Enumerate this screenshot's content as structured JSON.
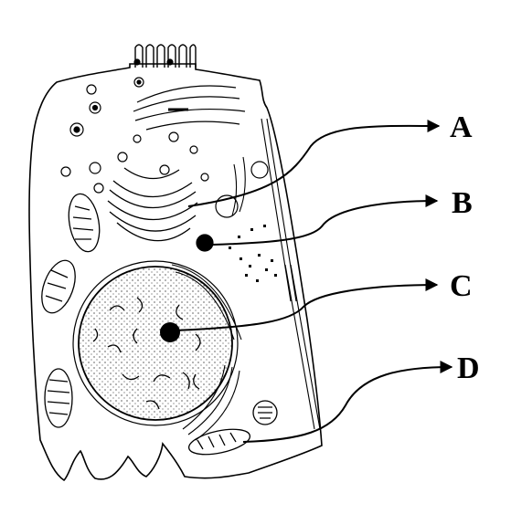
{
  "labels": [
    {
      "id": "A",
      "text": "A"
    },
    {
      "id": "B",
      "text": "B"
    },
    {
      "id": "C",
      "text": "C"
    },
    {
      "id": "D",
      "text": "D"
    }
  ],
  "colors": {
    "ink": "#000000",
    "background": "#ffffff"
  }
}
